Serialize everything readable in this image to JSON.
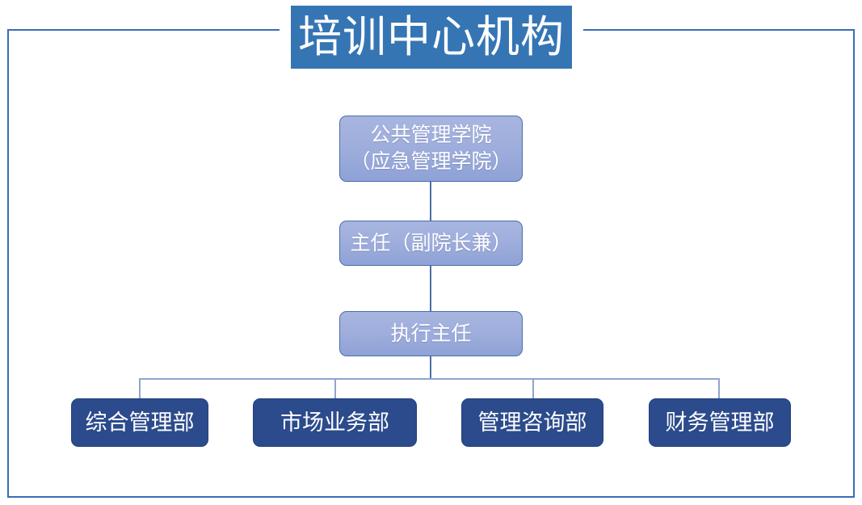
{
  "banner": {
    "title": "培训中心机构",
    "background_color": "#3575B4",
    "text_color": "#FFFFFF"
  },
  "frame": {
    "border_color": "#3A6CB5"
  },
  "colors": {
    "light_node_top": "#A7B5E0",
    "light_node_bottom": "#8FA2D6",
    "light_node_border": "#4A6FA8",
    "dark_node_fill": "#2C4B8C",
    "dark_node_border": "#24407A",
    "connector": "#4A6FA8",
    "page_background": "#FFFFFF"
  },
  "chart_data": {
    "type": "diagram",
    "subtype": "organization-chart",
    "title": "培训中心机构",
    "orientation": "top-down",
    "levels": 4,
    "nodes": [
      {
        "id": "college",
        "level": 1,
        "style": "light",
        "lines": [
          "公共管理学院",
          "（应急管理学院）"
        ]
      },
      {
        "id": "director",
        "level": 2,
        "style": "light",
        "lines": [
          "主任（副院长兼）"
        ]
      },
      {
        "id": "exec-director",
        "level": 3,
        "style": "light",
        "lines": [
          "执行主任"
        ]
      },
      {
        "id": "dept-1",
        "level": 4,
        "style": "dark",
        "lines": [
          "综合管理部"
        ]
      },
      {
        "id": "dept-2",
        "level": 4,
        "style": "dark",
        "lines": [
          "市场业务部"
        ]
      },
      {
        "id": "dept-3",
        "level": 4,
        "style": "dark",
        "lines": [
          "管理咨询部"
        ]
      },
      {
        "id": "dept-4",
        "level": 4,
        "style": "dark",
        "lines": [
          "财务管理部"
        ]
      }
    ],
    "edges": [
      {
        "from": "college",
        "to": "director"
      },
      {
        "from": "director",
        "to": "exec-director"
      },
      {
        "from": "exec-director",
        "to": "dept-1"
      },
      {
        "from": "exec-director",
        "to": "dept-2"
      },
      {
        "from": "exec-director",
        "to": "dept-3"
      },
      {
        "from": "exec-director",
        "to": "dept-4"
      }
    ]
  },
  "nodes": {
    "college": {
      "line1": "公共管理学院",
      "line2": "（应急管理学院）"
    },
    "director": {
      "line1": "主任（副院长兼）"
    },
    "exec": {
      "line1": "执行主任"
    },
    "dept1": {
      "line1": "综合管理部"
    },
    "dept2": {
      "line1": "市场业务部"
    },
    "dept3": {
      "line1": "管理咨询部"
    },
    "dept4": {
      "line1": "财务管理部"
    }
  }
}
